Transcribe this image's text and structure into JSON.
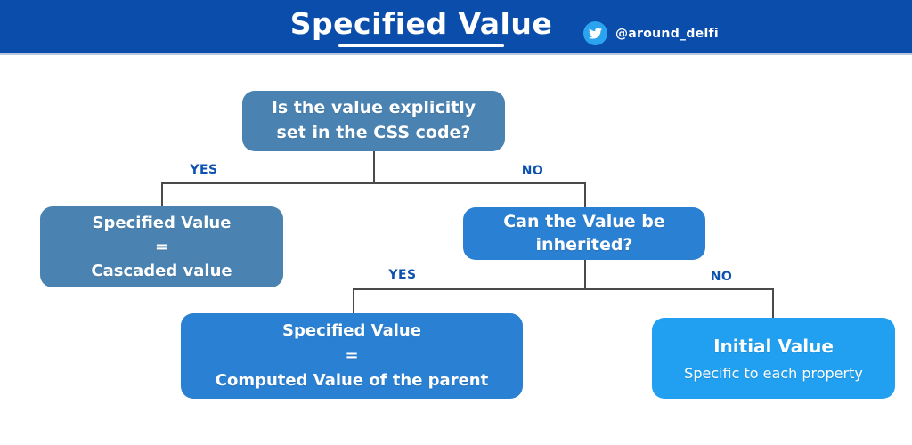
{
  "header": {
    "title": "Specified Value",
    "twitter": {
      "handle": "@around_delfi",
      "icon": "twitter-bird-icon"
    }
  },
  "colors": {
    "canvas_bg": "#ffffff",
    "header_bg": "#0b4dab",
    "header_divider": "#b9c8de",
    "steel_blue": "#4a83b2",
    "medium_blue": "#2a80d2",
    "light_blue": "#21a0f1",
    "twitter_circle": "#2ba3ef",
    "edge_label": "#0d52ae",
    "connector": "#4a4a4a",
    "text_on_box": "#ffffff"
  },
  "flowchart": {
    "labels": {
      "yes": "YES",
      "no": "NO"
    },
    "nodes": {
      "root_question": {
        "lines": [
          "Is the value explicitly",
          "set in the CSS code?"
        ]
      },
      "specified_cascaded": {
        "lines": [
          "Specified Value",
          "=",
          "Cascaded value"
        ]
      },
      "inherit_question": {
        "lines": [
          "Can the Value be",
          "inherited?"
        ]
      },
      "specified_computed": {
        "lines": [
          "Specified Value",
          "=",
          "Computed Value of the parent"
        ]
      },
      "initial_value": {
        "title": "Initial Value",
        "subtitle": "Specific to each property"
      }
    }
  }
}
